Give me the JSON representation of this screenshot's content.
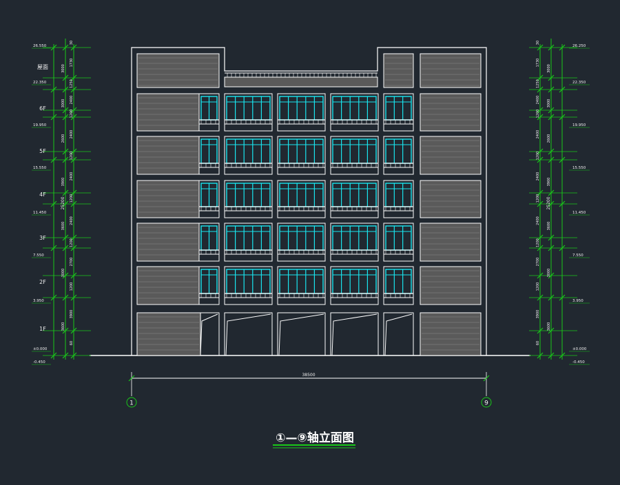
{
  "title": "①—⑨轴立面图",
  "colors": {
    "background": "#212830",
    "outline": "#ffffff",
    "dimension": "#19c819",
    "glass": "#19e6f0",
    "panel": "#5a5a5a",
    "panel_line": "#8c8c8c"
  },
  "left_levels": [
    {
      "elev": "26.550"
    },
    {
      "floor": "屋面"
    },
    {
      "elev": "22.350"
    },
    {
      "floor": "6F"
    },
    {
      "elev": "19.950"
    },
    {
      "floor": "5F"
    },
    {
      "elev": "15.550"
    },
    {
      "floor": "4F"
    },
    {
      "elev": "11.450"
    },
    {
      "floor": "3F"
    },
    {
      "elev": "7.550"
    },
    {
      "floor": "2F"
    },
    {
      "elev": "3.950"
    },
    {
      "floor": "1F"
    },
    {
      "elev": "±0.000"
    },
    {
      "elev": "-0.450"
    }
  ],
  "left_floor_labels": [
    "屋面",
    "6F",
    "5F",
    "4F",
    "3F",
    "2F",
    "1F"
  ],
  "left_elev_labels": [
    "26.550",
    "22.350",
    "19.950",
    "15.550",
    "11.450",
    "7.550",
    "3.950",
    "±0.000",
    "-0.450"
  ],
  "right_elev_labels": [
    "26.250",
    "22.350",
    "19.950",
    "15.550",
    "11.450",
    "7.550",
    "3.950",
    "±0.000",
    "-0.450"
  ],
  "dim_segments_inner": [
    "30",
    "1730",
    "1250",
    "2400",
    "1200",
    "2400",
    "1200",
    "2400",
    "1200",
    "2400",
    "1200",
    "2700",
    "1200",
    "3900",
    "60"
  ],
  "dim_segments_outer": [
    "3000",
    "3000",
    "2600",
    "3900",
    "3600",
    "3000",
    "3600",
    "3900"
  ],
  "total_height_label": "25200",
  "total_width_label": "38500",
  "axis_left": "1",
  "axis_right": "9"
}
